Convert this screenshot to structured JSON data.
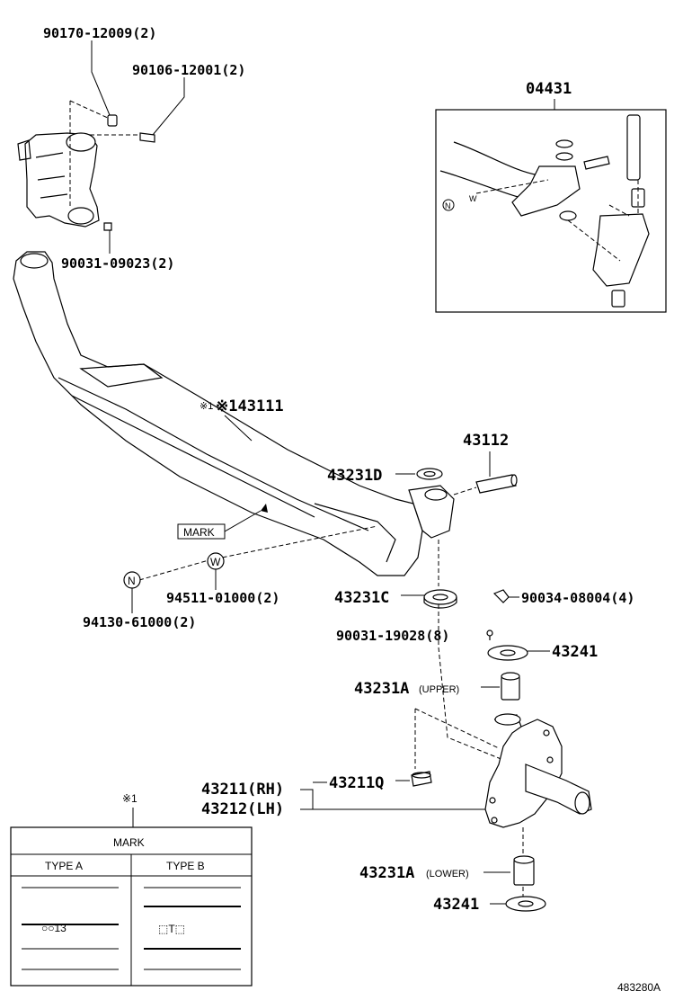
{
  "parts": {
    "p1": "90170-12009(2)",
    "p2": "90106-12001(2)",
    "p3": "90031-09023(2)",
    "p4": "04431",
    "p5": "※143111",
    "p6": "43112",
    "p7": "43231D",
    "p8": "MARK",
    "p9": "94511-01000(2)",
    "p10": "94130-61000(2)",
    "p11": "43231C",
    "p12": "90034-08004(4)",
    "p13": "90031-19028(8)",
    "p14": "43241",
    "p15": "43231A",
    "p15s": "(UPPER)",
    "p16": "43211(RH)",
    "p17": "43212(LH)",
    "p18": "43211Q",
    "p19": "43231A",
    "p19s": "(LOWER)",
    "p20": "43241"
  },
  "symbols": {
    "n": "N",
    "w": "W",
    "ref": "※1"
  },
  "mark_table": {
    "title": "MARK",
    "col_a": "TYPE A",
    "col_b": "TYPE B",
    "a_mark": "○○13",
    "b_mark": "⬚T⬚"
  },
  "figure_id": "483280A"
}
